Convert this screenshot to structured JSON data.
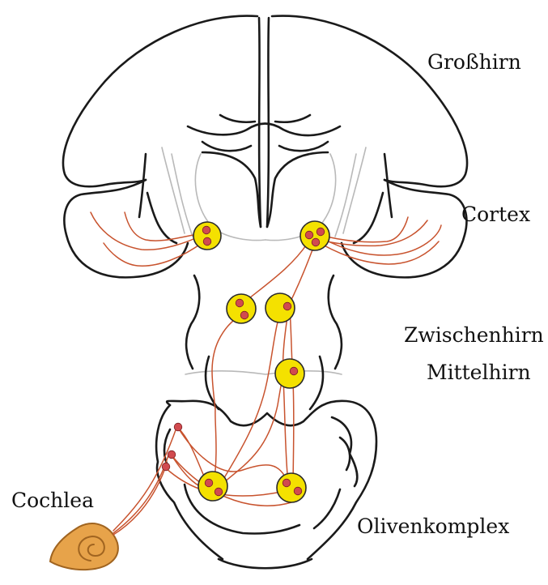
{
  "labels": {
    "grosshirn": "Großhirn",
    "cortex": "Cortex",
    "zwischenhirn": "Zwischenhirn",
    "mittelhirn": "Mittelhirn",
    "cochlea": "Cochlea",
    "olivenkomplex": "Olivenkomplex"
  },
  "colors": {
    "nucleus_fill": "#f4e100",
    "neuron_fill": "#d14a4f",
    "fiber_stroke": "#c8532e",
    "cochlea_fill": "#e7a34a",
    "outline": "#1a1a1a"
  }
}
